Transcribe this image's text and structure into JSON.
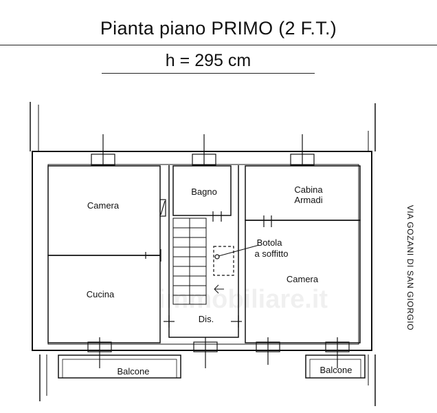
{
  "header": {
    "title": "Pianta piano PRIMO (2 F.T.)",
    "height": "h = 295 cm"
  },
  "rooms": {
    "camera_left": "Camera",
    "cucina": "Cucina",
    "bagno": "Bagno",
    "cabina_line1": "Cabina",
    "cabina_line2": "Armadi",
    "camera_right": "Camera",
    "disimpegno": "Dis.",
    "balcone_left": "Balcone",
    "balcone_right": "Balcone"
  },
  "annotations": {
    "botola_line1": "Botola",
    "botola_line2": "a soffitto"
  },
  "street": "VIA GOZANI DI SAN GIORGIO",
  "watermark": "immobiliare.it"
}
